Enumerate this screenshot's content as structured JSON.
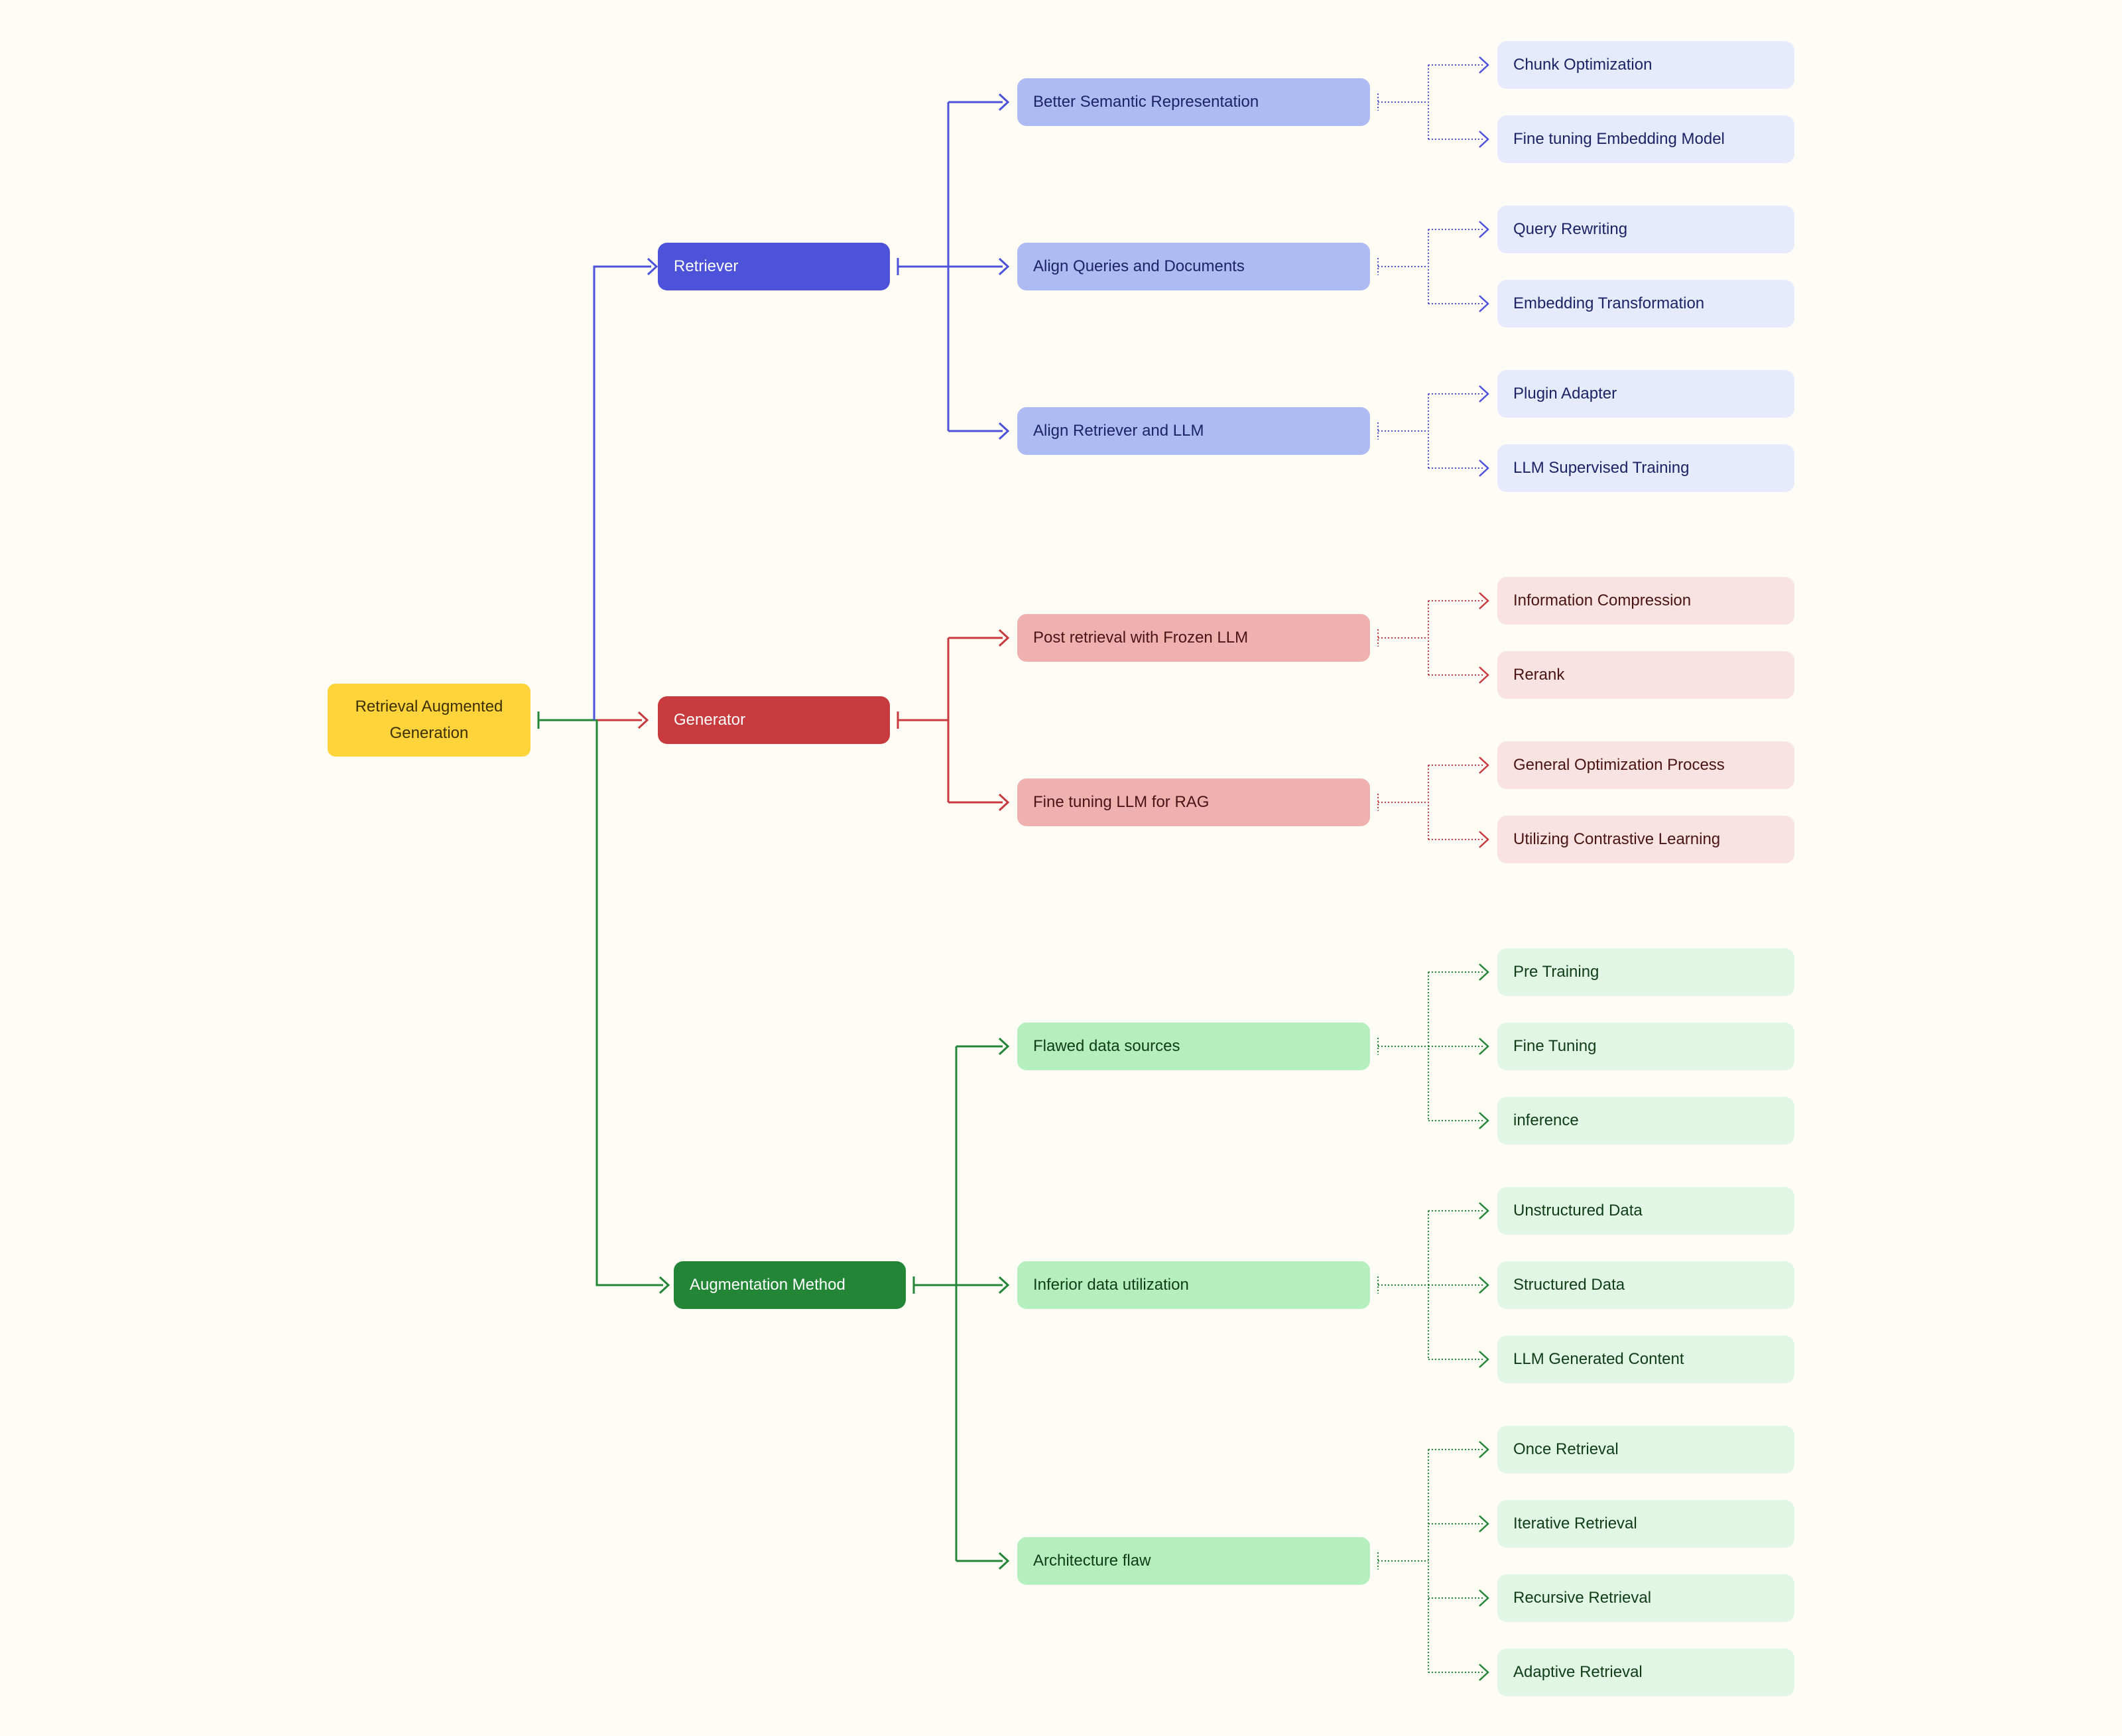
{
  "colors": {
    "background": "#fffcf5",
    "root": "#ffd43b",
    "retriever": "#4c52d9",
    "generator": "#c73b3e",
    "augmentation": "#238636"
  },
  "root": {
    "label": "Retrieval Augmented Generation"
  },
  "branches": [
    {
      "label": "Retriever",
      "color": "blue",
      "children": [
        {
          "label": "Better Semantic Representation",
          "children": [
            "Chunk Optimization",
            "Fine tuning Embedding Model"
          ]
        },
        {
          "label": "Align Queries and Documents",
          "children": [
            "Query Rewriting",
            "Embedding Transformation"
          ]
        },
        {
          "label": "Align Retriever and LLM",
          "children": [
            "Plugin Adapter",
            "LLM Supervised Training"
          ]
        }
      ]
    },
    {
      "label": "Generator",
      "color": "red",
      "children": [
        {
          "label": "Post retrieval with Frozen LLM",
          "children": [
            "Information Compression",
            "Rerank"
          ]
        },
        {
          "label": "Fine tuning LLM for RAG",
          "children": [
            "General Optimization Process",
            "Utilizing Contrastive Learning"
          ]
        }
      ]
    },
    {
      "label": "Augmentation Method",
      "color": "green",
      "children": [
        {
          "label": "Flawed data sources",
          "children": [
            "Pre Training",
            "Fine Tuning",
            "inference"
          ]
        },
        {
          "label": "Inferior data utilization",
          "children": [
            "Unstructured Data",
            "Structured Data",
            "LLM Generated Content"
          ]
        },
        {
          "label": "Architecture flaw",
          "children": [
            "Once Retrieval",
            "Iterative Retrieval",
            "Recursive Retrieval",
            "Adaptive Retrieval"
          ]
        }
      ]
    }
  ]
}
